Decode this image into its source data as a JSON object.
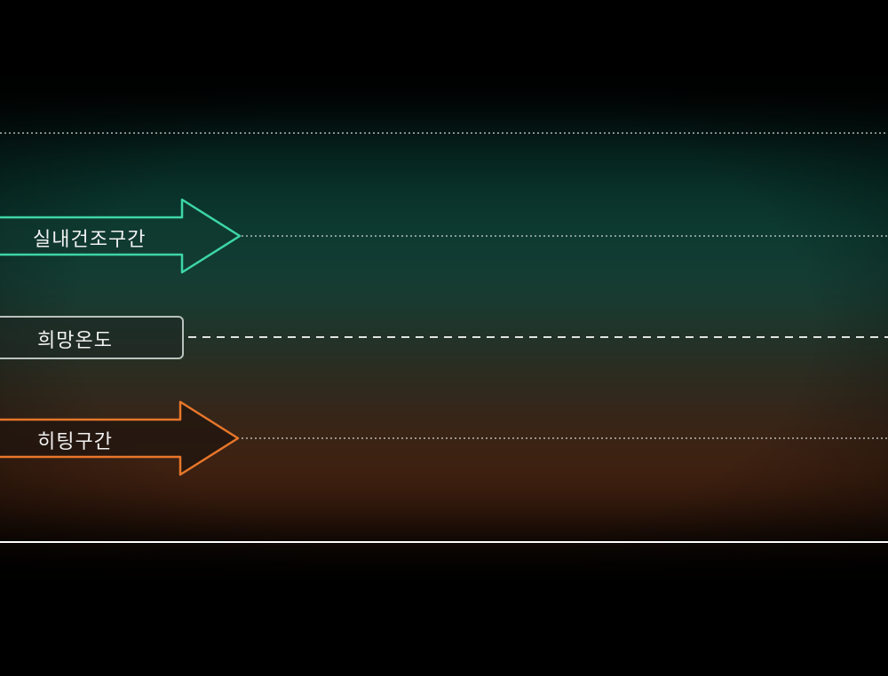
{
  "zones": {
    "dry": {
      "label": "실내건조구간",
      "color": "#3dd6a6"
    },
    "target": {
      "label": "희망온도",
      "color": "#b9c2bd"
    },
    "heating": {
      "label": "히팅구간",
      "color": "#e8762a"
    }
  },
  "lines": {
    "guide_color": "#cfd8d4",
    "baseline_color": "#ffffff"
  }
}
